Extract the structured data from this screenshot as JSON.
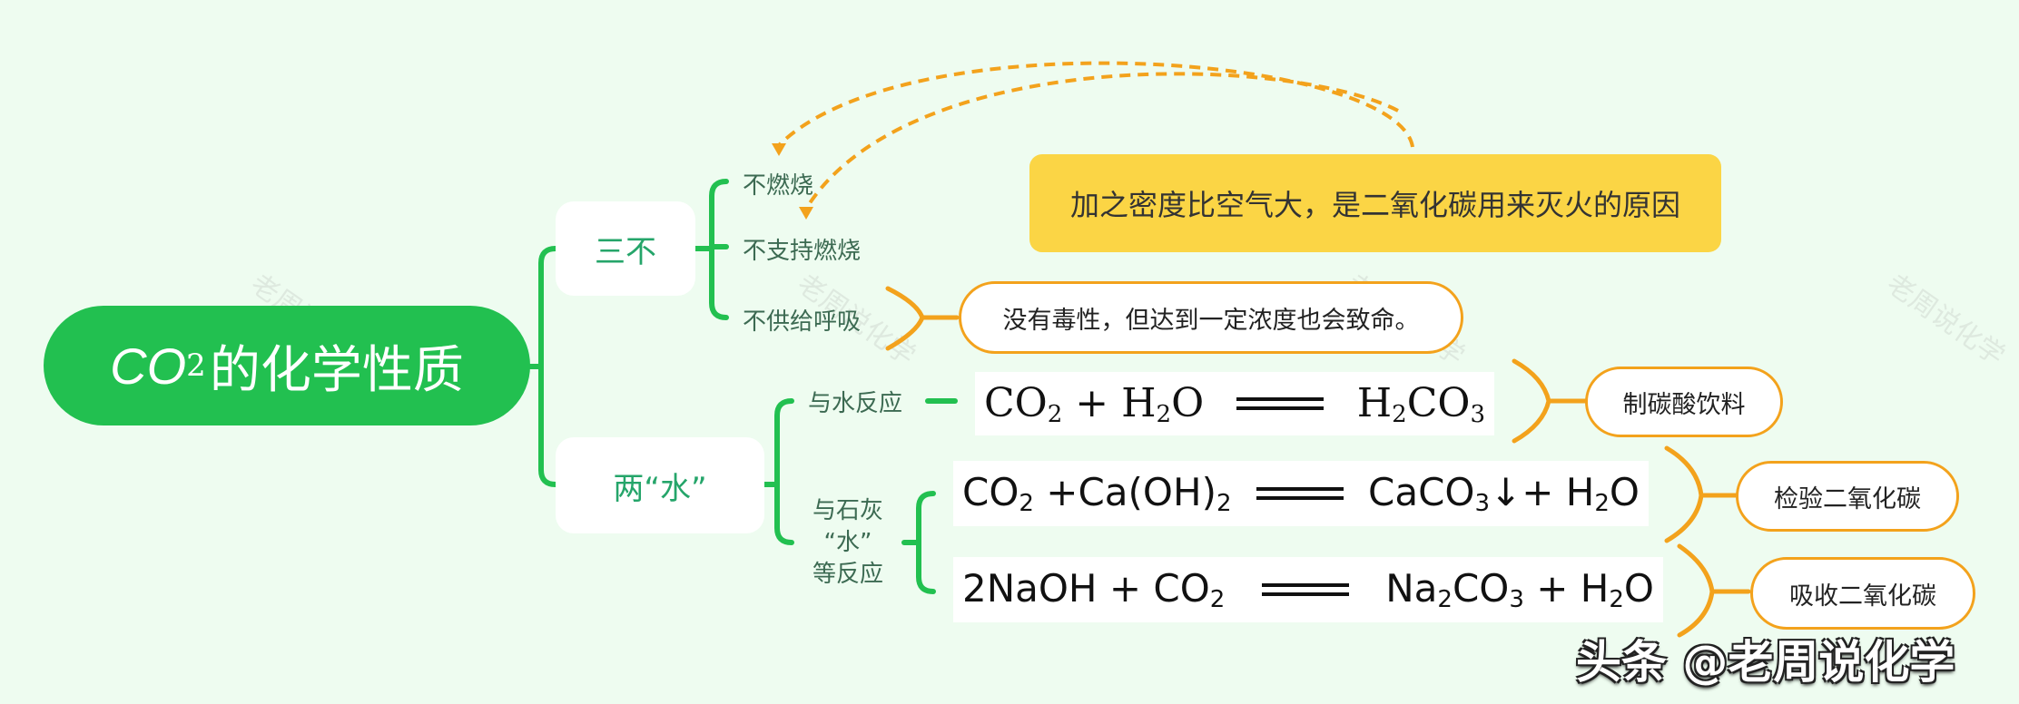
{
  "root": {
    "formula": "CO",
    "subscript": "2",
    "title": "的化学性质"
  },
  "branches": {
    "three_no": {
      "label": "三不",
      "items": [
        "不燃烧",
        "不支持燃烧",
        "不供给呼吸"
      ],
      "note": "没有毒性，但达到一定浓度也会致命。",
      "callout": "加之密度比空气大，是二氧化碳用来灭火的原因"
    },
    "two_water": {
      "label": "两“水”",
      "water": {
        "label": "与水反应",
        "equation": {
          "left": [
            "CO",
            "2",
            " + H",
            "2",
            "O"
          ],
          "right": [
            "H",
            "2",
            "CO",
            "3"
          ]
        },
        "use": "制碳酸饮料"
      },
      "lime": {
        "label": "与石灰\n“水”\n等反应",
        "eq1": {
          "left": [
            "CO",
            "2",
            " +Ca(OH)",
            "2"
          ],
          "right": [
            "CaCO",
            "3",
            "↓+ H",
            "2",
            "O"
          ]
        },
        "use1": "检验二氧化碳",
        "eq2": {
          "left": [
            "2NaOH + CO",
            "2"
          ],
          "right": [
            "Na",
            "2",
            "CO",
            "3",
            " + H",
            "2",
            "O"
          ]
        },
        "use2": "吸收二氧化碳"
      }
    }
  },
  "watermark": "老周说化学",
  "credit": "头条 @老周说化学",
  "colors": {
    "root": "#22c050",
    "line": "#22c050",
    "accent": "#f3a21c",
    "callout": "#fbd545"
  }
}
